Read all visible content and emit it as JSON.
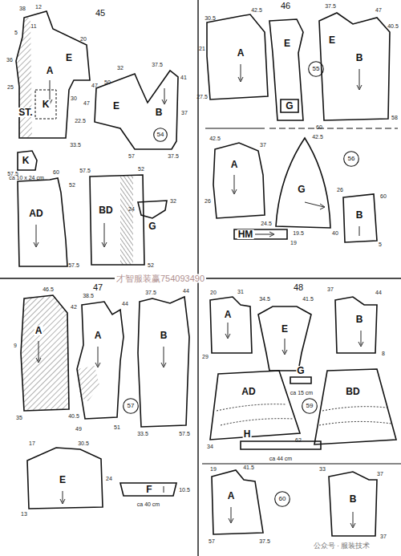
{
  "diagram": {
    "nodes": [
      {
        "text": [
          "A",
          "E",
          "ST."
        ]
      },
      {
        "text": [
          "K"
        ],
        "in": 0
      },
      {
        "text": [
          "E",
          "B"
        ]
      },
      {
        "text": [
          "54"
        ],
        "in": 2
      },
      {
        "text": [
          "K"
        ]
      },
      {
        "text": [
          "AD"
        ]
      },
      {
        "text": [
          "BD"
        ]
      },
      {
        "text": [
          "G"
        ]
      },
      {
        "text": [
          "A"
        ]
      },
      {
        "text": [
          "E"
        ]
      },
      {
        "text": [
          "55"
        ]
      },
      {
        "text": [
          "G"
        ]
      },
      {
        "text": [
          "E",
          "B"
        ]
      },
      {
        "text": [
          "A"
        ]
      },
      {
        "text": [
          "G"
        ]
      },
      {
        "text": [
          "56"
        ]
      },
      {
        "text": [
          "HM"
        ]
      },
      {
        "text": [
          "B"
        ]
      },
      {
        "text": [
          "A"
        ]
      },
      {
        "text": [
          "A"
        ]
      },
      {
        "text": [
          "57"
        ]
      },
      {
        "text": [
          "B"
        ]
      },
      {
        "text": [
          "E"
        ]
      },
      {
        "text": [
          "F"
        ]
      },
      {
        "text": [
          "A"
        ]
      },
      {
        "text": [
          "E"
        ]
      },
      {
        "text": [
          "B"
        ]
      },
      {
        "text": [
          "AD"
        ]
      },
      {
        "text": [
          "G"
        ]
      },
      {
        "text": [
          "59"
        ]
      },
      {
        "text": [
          "BD"
        ]
      },
      {
        "text": [
          "H"
        ]
      },
      {
        "text": [
          "A"
        ]
      },
      {
        "text": [
          "60"
        ]
      },
      {
        "text": [
          "B"
        ]
      }
    ],
    "labels": [
      "45",
      "46",
      "47",
      "48",
      "才智服装赢754093490",
      "公众号 · 服装技术",
      "ca 10 x 24 cm",
      "ca 40 cm",
      "ca 15 cm",
      "ca 44 cm",
      "38",
      "12",
      "11",
      "20",
      "47",
      "30",
      "22.5",
      "25",
      "36",
      "5",
      "33.5",
      "32",
      "37.5",
      "41",
      "50",
      "47",
      "37",
      "57",
      "37.5",
      "57.5",
      "60",
      "52",
      "57.5",
      "57.5",
      "52",
      "52",
      "32",
      "24",
      "30.5",
      "42.5",
      "21",
      "27.5",
      "37.5",
      "47",
      "40.5",
      "58",
      "60",
      "42.5",
      "37",
      "26",
      "24.5",
      "42.5",
      "40",
      "19.5",
      "19",
      "26",
      "60",
      "5",
      "46.5",
      "42",
      "9",
      "35",
      "40.5",
      "38.5",
      "44",
      "49",
      "51",
      "37.5",
      "44",
      "33.5",
      "57.5",
      "17",
      "30.5",
      "24",
      "13",
      "10.5",
      "20",
      "31",
      "29",
      "34.5",
      "41.5",
      "37",
      "44",
      "8",
      "34",
      "62",
      "19",
      "41.5",
      "33",
      "37",
      "57",
      "37.5",
      "37"
    ]
  }
}
